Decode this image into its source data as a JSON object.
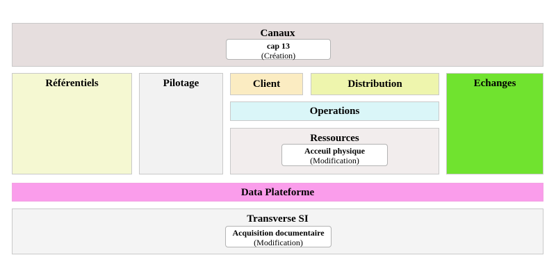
{
  "diagram": {
    "canaux": {
      "title": "Canaux",
      "box": {
        "name": "cap 13",
        "state": "(Création)"
      }
    },
    "referentiels": {
      "title": "Référentiels"
    },
    "pilotage": {
      "title": "Pilotage"
    },
    "client": {
      "title": "Client"
    },
    "distribution": {
      "title": "Distribution"
    },
    "operations": {
      "title": "Operations"
    },
    "ressources": {
      "title": "Ressources",
      "box": {
        "name": "Acceuil physique",
        "state": "(Modification)"
      }
    },
    "echanges": {
      "title": "Echanges"
    },
    "data_plateforme": {
      "title": "Data Plateforme"
    },
    "transverse_si": {
      "title": "Transverse SI",
      "box": {
        "name": "Acquisition documentaire",
        "state": "(Modification)"
      }
    }
  },
  "colors": {
    "canaux_bg": "#e6dede",
    "referentiels_bg": "#f5f8d2",
    "pilotage_bg": "#f2f2f2",
    "client_bg": "#fbecc2",
    "distribution_bg": "#eef5ad",
    "operations_bg": "#daf6f8",
    "ressources_bg": "#f2eded",
    "echanges_bg": "#70e32f",
    "data_plateforme_bg": "#fa9deb",
    "data_plateforme_border": "#f2a2e2",
    "transverse_bg": "#f4f4f4"
  }
}
